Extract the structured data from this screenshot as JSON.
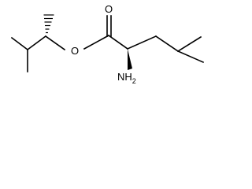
{
  "molecule": {
    "atoms": {
      "carbonyl_oxygen": "O",
      "ester_oxygen": "O",
      "amine": {
        "element": "NH",
        "count": "2"
      }
    },
    "stereo_bonds": {
      "ester_chiral_center": "hashed",
      "amino_chiral_center": "wedge"
    }
  }
}
